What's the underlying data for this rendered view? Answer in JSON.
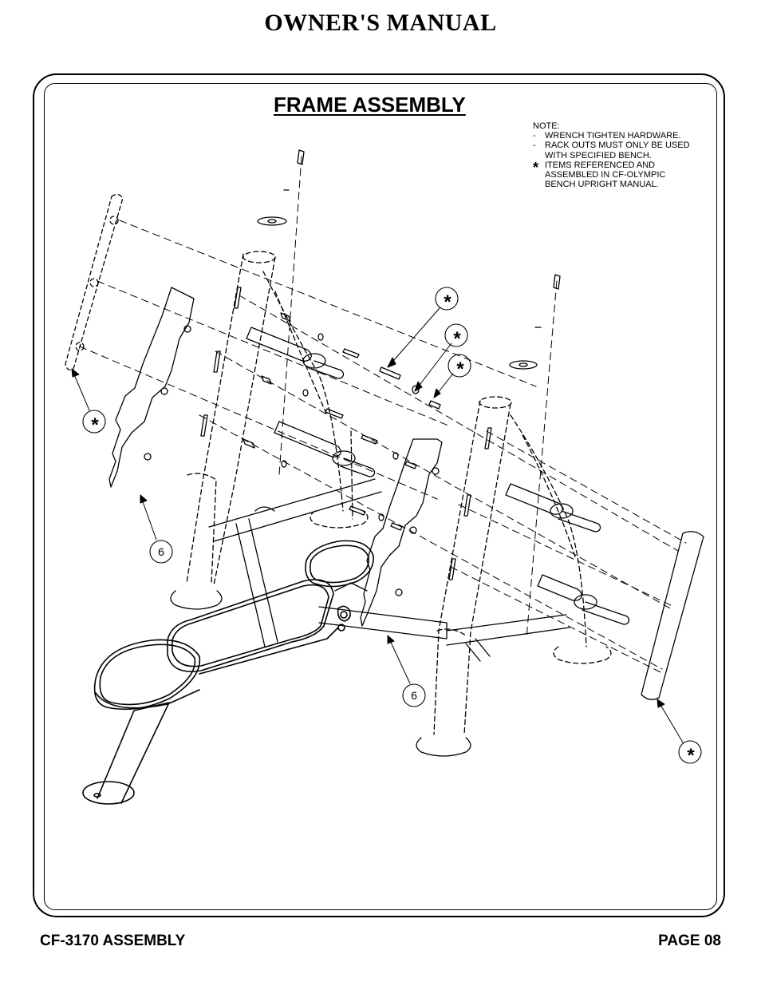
{
  "header": {
    "title": "OWNER'S MANUAL"
  },
  "section": {
    "title": "FRAME ASSEMBLY"
  },
  "note": {
    "heading": "NOTE:",
    "items": [
      {
        "mark": "-",
        "lines": [
          "WRENCH TIGHTEN HARDWARE."
        ]
      },
      {
        "mark": "-",
        "lines": [
          "RACK OUTS MUST ONLY BE USED",
          "WITH SPECIFIED BENCH."
        ]
      },
      {
        "mark": "*",
        "lines": [
          "ITEMS REFERENCED AND",
          "ASSEMBLED IN CF-OLYMPIC",
          "BENCH UPRIGHT MANUAL."
        ]
      }
    ]
  },
  "callouts": {
    "star": "*",
    "part_6": "6"
  },
  "footer": {
    "left": "CF-3170 ASSEMBLY",
    "right": "PAGE 08"
  }
}
